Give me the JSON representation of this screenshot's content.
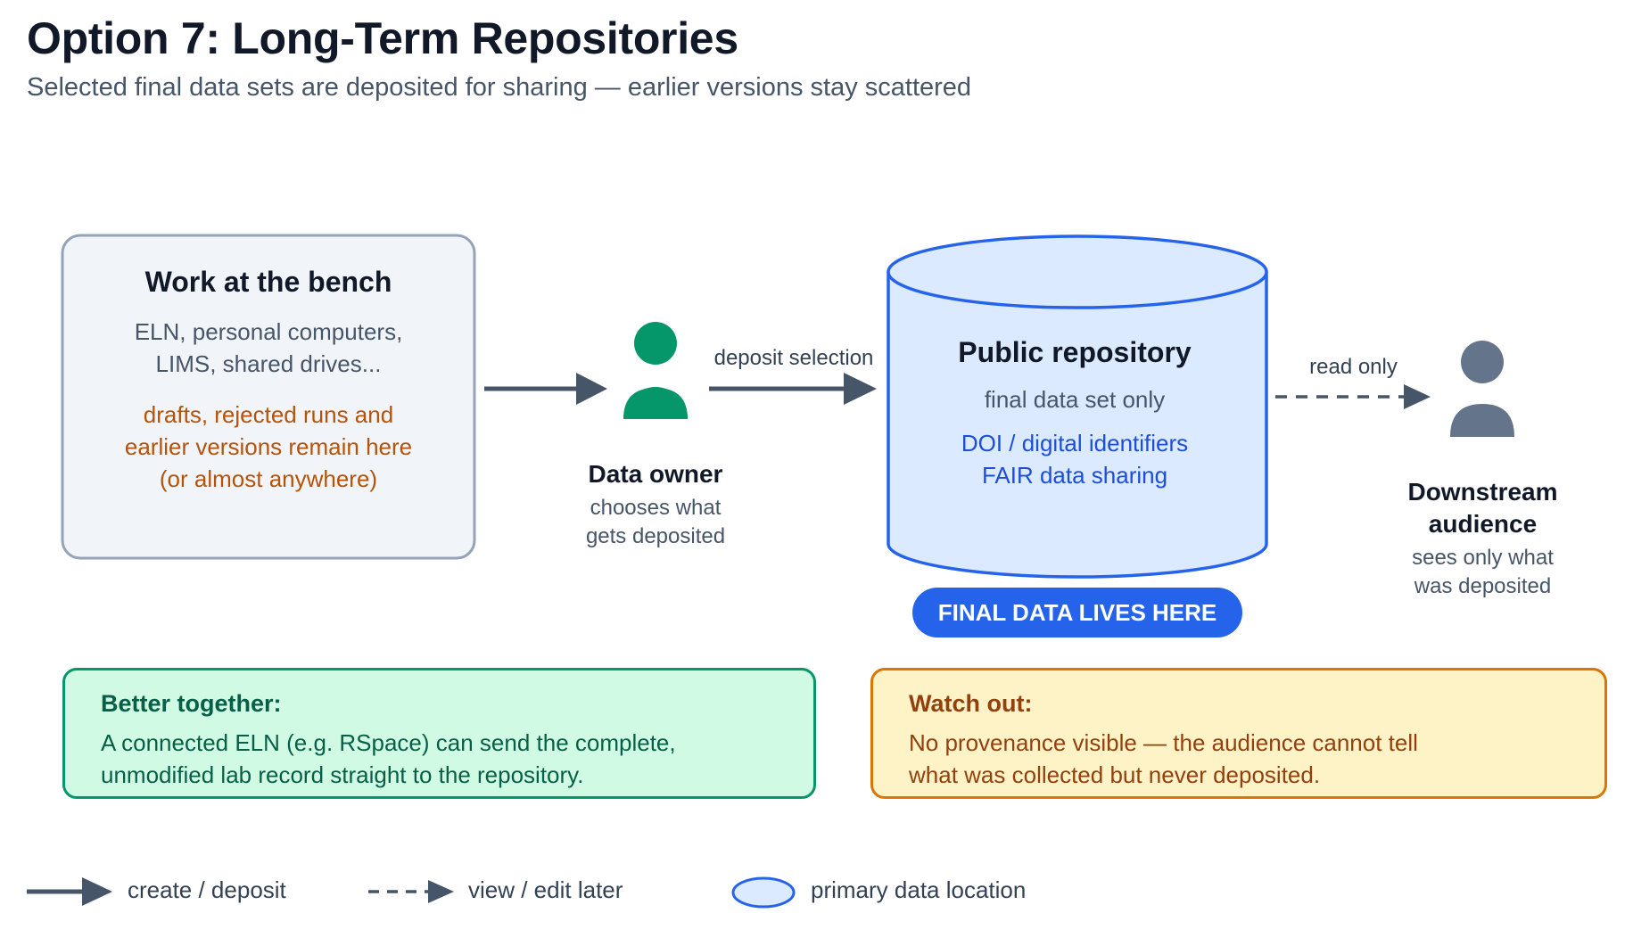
{
  "header": {
    "title": "Option 7: Long-Term Repositories",
    "subtitle": "Selected final data sets are deposited for sharing — earlier versions stay scattered"
  },
  "bench": {
    "title": "Work at the bench",
    "lines": [
      "ELN, personal computers,",
      "LIMS, shared drives..."
    ],
    "warning_lines": [
      "drafts, rejected runs and",
      "earlier versions remain here",
      "(or almost anywhere)"
    ]
  },
  "owner": {
    "title": "Data owner",
    "sub_lines": [
      "chooses what",
      "gets deposited"
    ],
    "color": "#059669",
    "icon": "person-icon"
  },
  "edges": {
    "deposit_label": "deposit selection",
    "read_label": "read only"
  },
  "repository": {
    "title": "Public repository",
    "subtitle": "final data set only",
    "links": [
      "DOI / digital identifiers",
      "FAIR data sharing"
    ],
    "badge": "FINAL DATA LIVES HERE",
    "fill": "#dbeafe",
    "stroke": "#2563eb"
  },
  "audience": {
    "title_lines": [
      "Downstream",
      "audience"
    ],
    "sub_lines": [
      "sees only what",
      "was deposited"
    ],
    "color": "#64748b",
    "icon": "person-icon"
  },
  "callouts": {
    "good": {
      "heading": "Better together:",
      "lines": [
        "A connected ELN (e.g. RSpace) can send the complete,",
        "unmodified lab record straight to the repository."
      ]
    },
    "warn": {
      "heading": "Watch out:",
      "lines": [
        "No provenance visible — the audience cannot tell",
        "what was collected but never deposited."
      ]
    }
  },
  "legend": {
    "solid_label": "create / deposit",
    "dashed_label": "view / edit later",
    "location_label": "primary data location"
  },
  "colors": {
    "arrow": "#475569",
    "accent": "#2563eb",
    "warning_text": "#b45309"
  }
}
